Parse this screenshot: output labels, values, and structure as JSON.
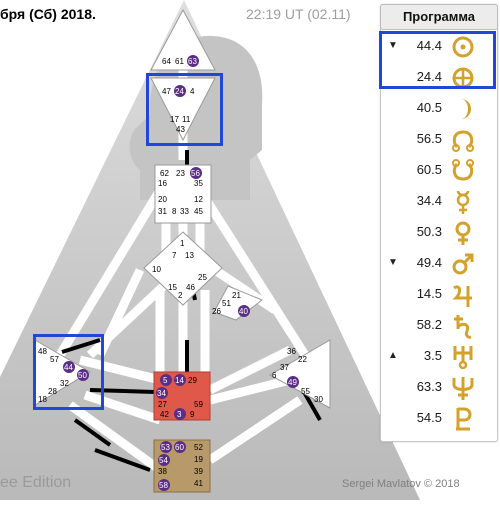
{
  "header": {
    "date_text": "бря (Сб) 2018.",
    "time_text": "22:19 UT (02.11)"
  },
  "footer": {
    "edition_text": "ee Edition",
    "credit_text": "Sergei Mavlatov © 2018"
  },
  "panel": {
    "tab_label": "Программа",
    "rows": [
      {
        "arrow": "▼",
        "value": "44.4",
        "icon": "sun-icon"
      },
      {
        "arrow": "",
        "value": "24.4",
        "icon": "earth-icon"
      },
      {
        "arrow": "",
        "value": "40.5",
        "icon": "moon-icon"
      },
      {
        "arrow": "",
        "value": "56.5",
        "icon": "north-node-icon"
      },
      {
        "arrow": "",
        "value": "60.5",
        "icon": "south-node-icon"
      },
      {
        "arrow": "",
        "value": "34.4",
        "icon": "mercury-icon"
      },
      {
        "arrow": "",
        "value": "50.3",
        "icon": "venus-icon"
      },
      {
        "arrow": "▼",
        "value": "49.4",
        "icon": "mars-icon"
      },
      {
        "arrow": "",
        "value": "14.5",
        "icon": "jupiter-icon"
      },
      {
        "arrow": "",
        "value": "58.2",
        "icon": "saturn-icon"
      },
      {
        "arrow": "▲",
        "value": "3.5",
        "icon": "uranus-icon"
      },
      {
        "arrow": "",
        "value": "63.3",
        "icon": "neptune-icon"
      },
      {
        "arrow": "",
        "value": "54.5",
        "icon": "pluto-icon"
      }
    ]
  },
  "bodygraph": {
    "head_gates": [
      "64",
      "61",
      "63"
    ],
    "ajna_gates": [
      "47",
      "24",
      "4",
      "17",
      "11",
      "43"
    ],
    "throat_gates": [
      "62",
      "23",
      "56",
      "16",
      "35",
      "20",
      "12",
      "31",
      "8",
      "33",
      "45"
    ],
    "g_gates": [
      "1",
      "7",
      "13",
      "10",
      "25",
      "15",
      "46",
      "2"
    ],
    "ego_gates": [
      "21",
      "51",
      "26",
      "40"
    ],
    "spleen_gates": [
      "48",
      "57",
      "44",
      "50",
      "32",
      "28",
      "18"
    ],
    "sacral_gates": [
      "5",
      "14",
      "29",
      "34",
      "27",
      "59",
      "42",
      "3",
      "9"
    ],
    "solar_gates": [
      "36",
      "22",
      "37",
      "6",
      "49",
      "55",
      "30"
    ],
    "root_gates": [
      "53",
      "60",
      "52",
      "54",
      "19",
      "38",
      "39",
      "58",
      "41"
    ],
    "colors": {
      "activated_gate": "#5b2d84",
      "sacral_fill": "#e0584a",
      "root_fill": "#b89a6a",
      "channel": "#000000",
      "selection": "#1f47d8",
      "silhouette": "#a9a9a9"
    }
  }
}
